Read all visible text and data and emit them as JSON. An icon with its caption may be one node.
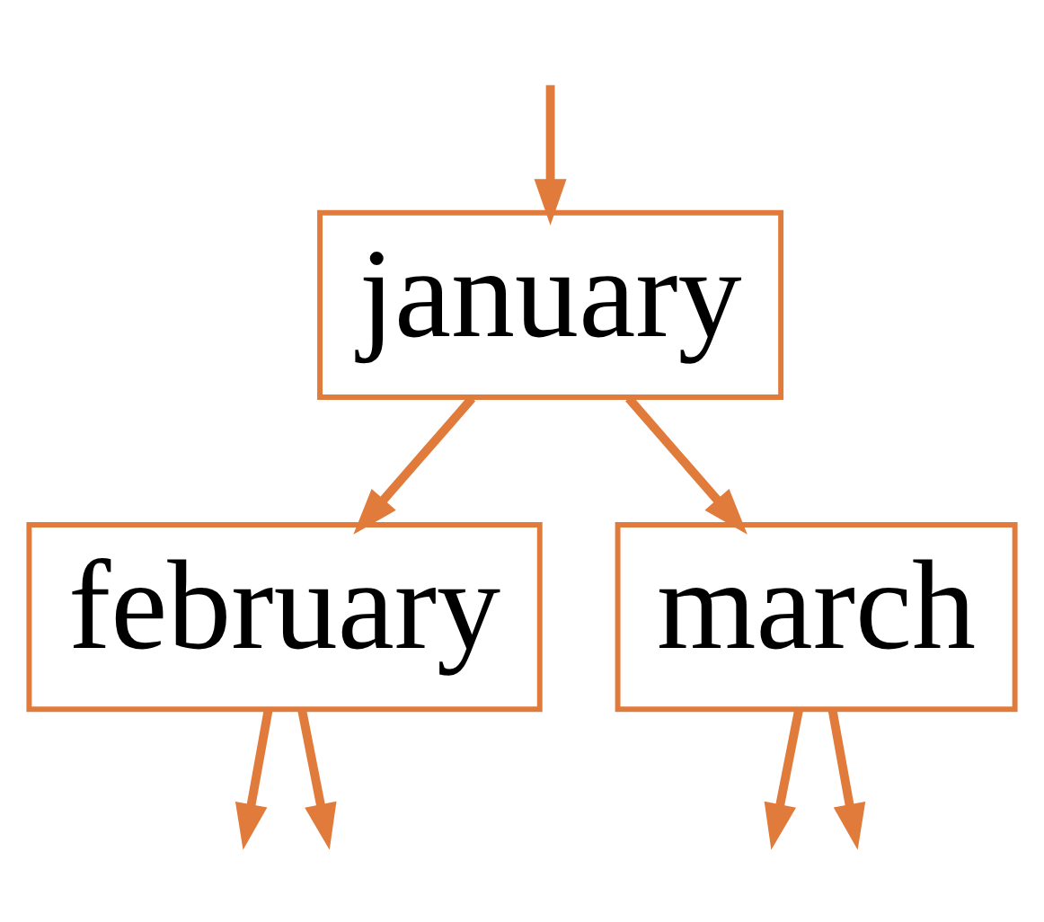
{
  "diagram": {
    "nodes": [
      {
        "text": [
          "january"
        ]
      },
      {
        "text": [
          "february"
        ]
      },
      {
        "text": [
          "march"
        ]
      }
    ],
    "edges": [
      {
        "from": null,
        "to": 0,
        "arrow": "to"
      },
      {
        "from": 0,
        "to": 1,
        "arrow": "to"
      },
      {
        "from": 0,
        "to": 2,
        "arrow": "to"
      },
      {
        "from": 1,
        "to": null,
        "arrow": "to"
      },
      {
        "from": 1,
        "to": null,
        "arrow": "to"
      },
      {
        "from": 2,
        "to": null,
        "arrow": "to"
      },
      {
        "from": 2,
        "to": null,
        "arrow": "to"
      }
    ]
  }
}
